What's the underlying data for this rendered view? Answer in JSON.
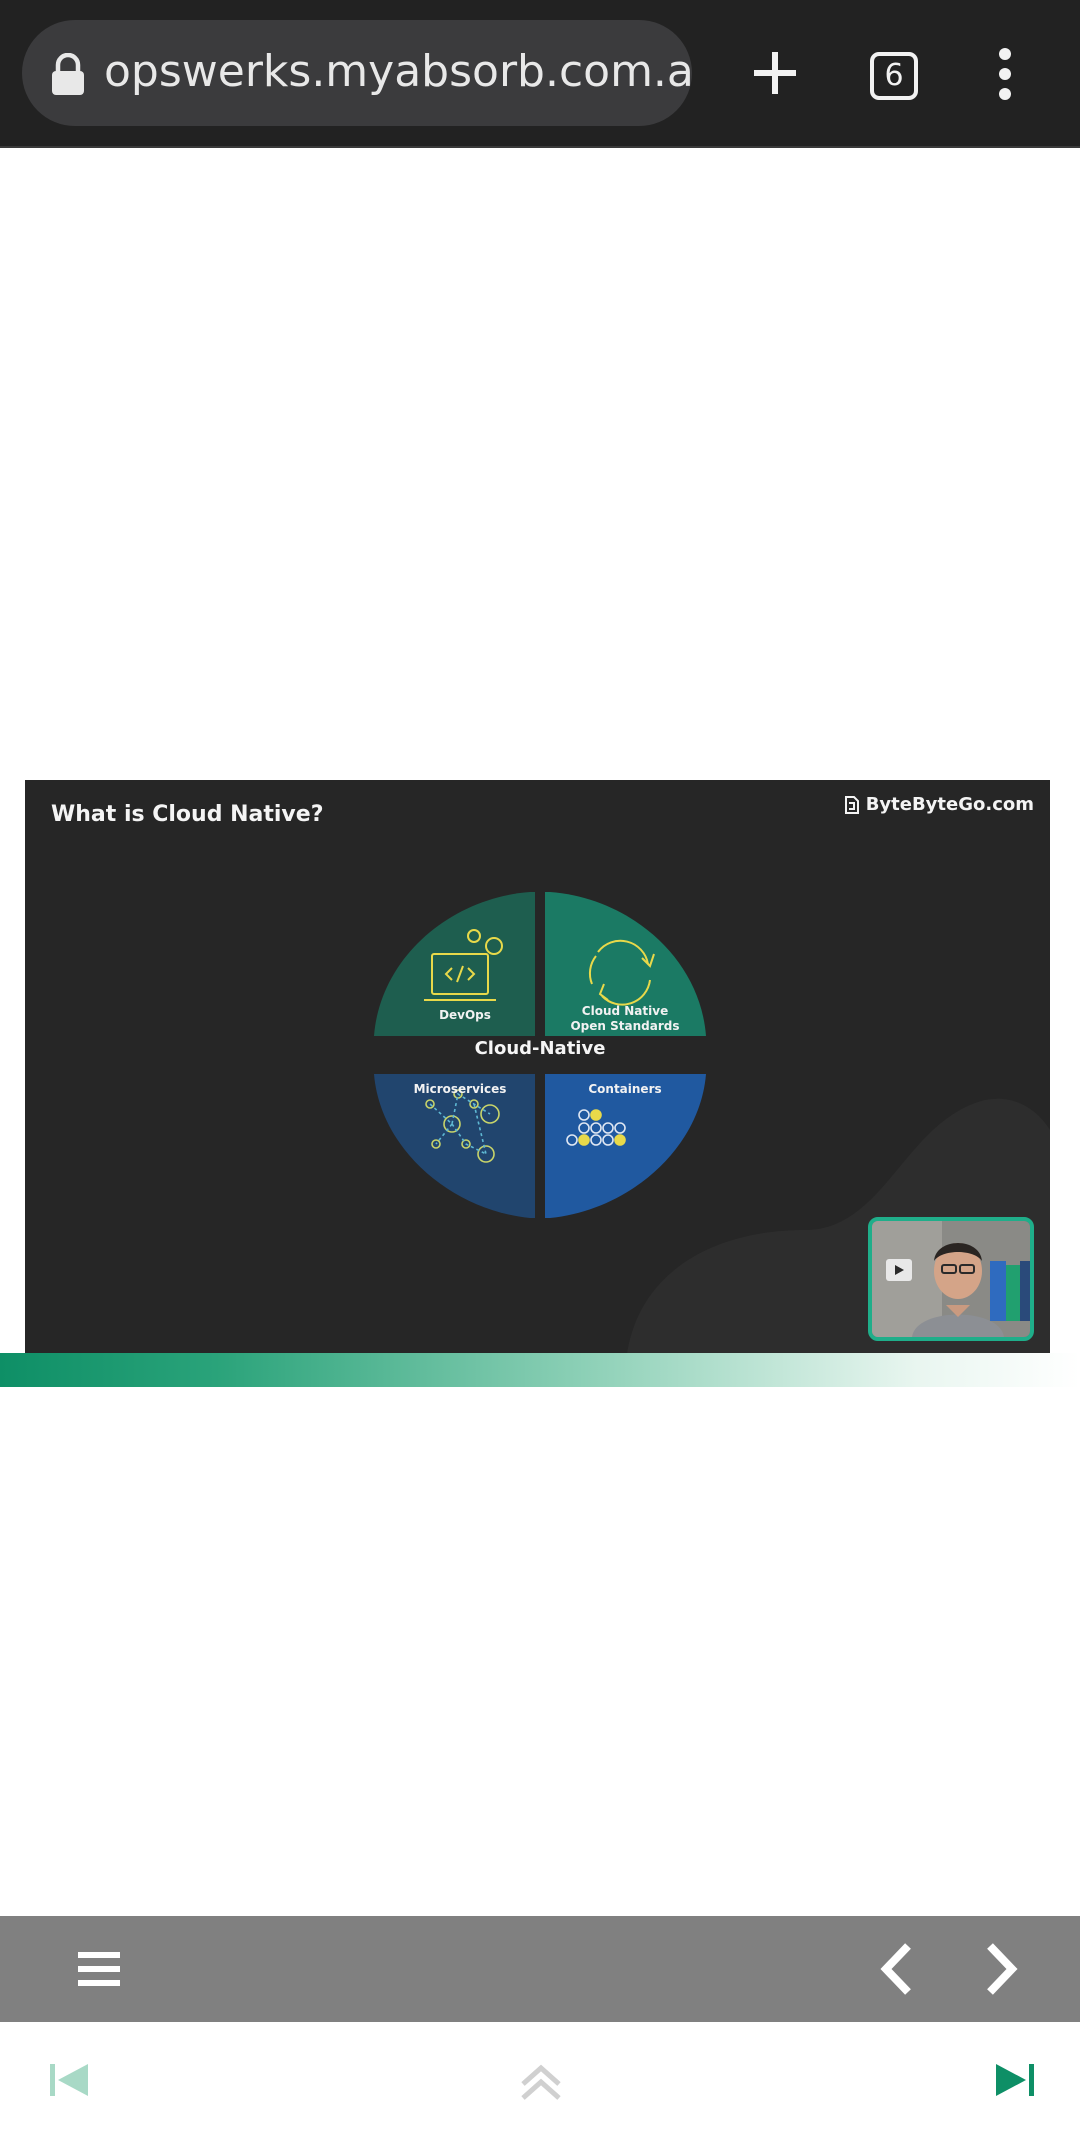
{
  "browser": {
    "url": "opswerks.myabsorb.com.au",
    "tab_count": "6",
    "icons": [
      "lock-icon",
      "plus-icon",
      "tabs-icon",
      "more-vertical-icon"
    ]
  },
  "video": {
    "title": "What is Cloud Native?",
    "brand": "ByteByteGo.com",
    "center_label": "Cloud-Native",
    "quadrants": {
      "devops": "DevOps",
      "open_standards_1": "Cloud Native",
      "open_standards_2": "Open Standards",
      "microservices": "Microservices",
      "containers": "Containers"
    },
    "colors": {
      "devops": "#1e5e4f",
      "open_standards": "#1b7a64",
      "microservices": "#21456e",
      "containers": "#2059a0",
      "accent_yellow": "#e8d94a"
    }
  },
  "toolbar": {
    "icons": [
      "menu-icon",
      "chevron-left-icon",
      "chevron-right-icon"
    ]
  },
  "bottom_nav": {
    "icons": [
      "skip-first-icon",
      "double-chevron-up-icon",
      "skip-last-icon"
    ]
  }
}
